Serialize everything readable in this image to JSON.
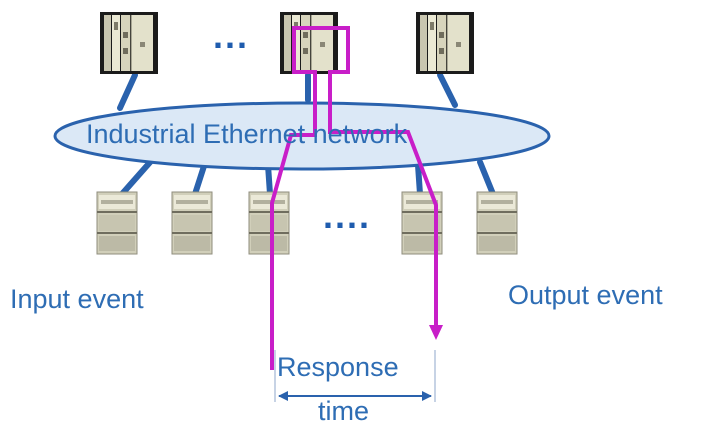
{
  "network": {
    "label": "Industrial Ethernet network"
  },
  "events": {
    "input": "Input event",
    "output": "Output event"
  },
  "response": {
    "line1": "Response",
    "line2": "time"
  },
  "ellipsis": {
    "controllers": "...",
    "io_modules": "...."
  },
  "colors": {
    "cable": "#2a62ad",
    "ellipse_fill": "#dbe8f6",
    "ellipse_stroke": "#2a62ad",
    "label_text": "#2e6db4",
    "signal_path": "#c81ec8",
    "module_body": "#dcdac6"
  },
  "icons": {
    "controller": "plc-rack-icon",
    "io_module": "io-module-icon"
  }
}
